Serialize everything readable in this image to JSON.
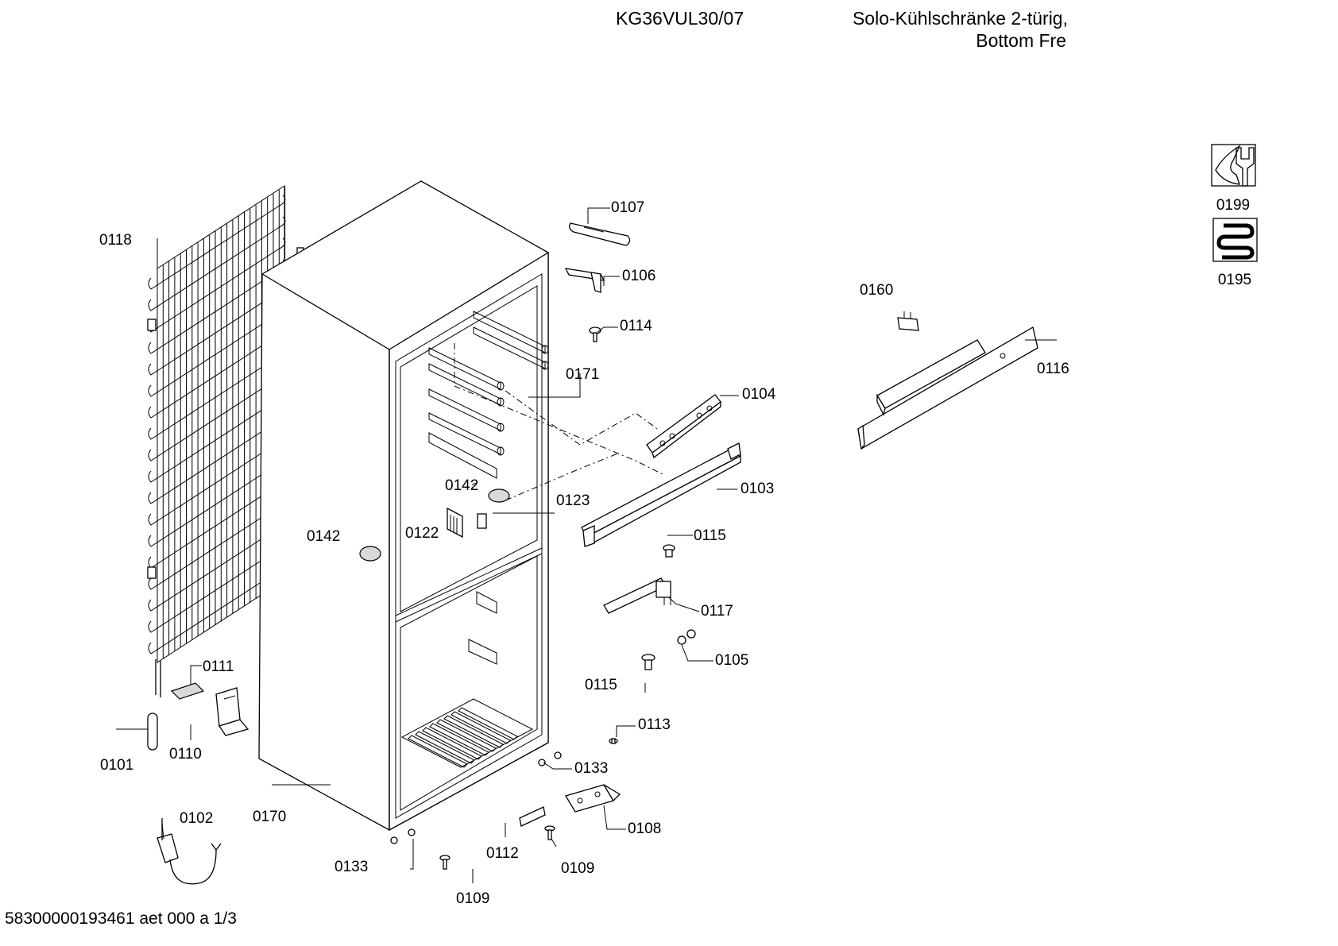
{
  "header": {
    "model": "KG36VUL30/07",
    "title_line1": "Solo-Kühlschränke 2-türig,",
    "title_line2": "Bottom Fre"
  },
  "footer": {
    "doc_id": "58300000193461 aet 000 a 1/3"
  },
  "icons": [
    {
      "name": "service-tool-icon",
      "label": "0199"
    },
    {
      "name": "condenser-coil-icon",
      "label": "0195"
    }
  ],
  "parts": {
    "p0101": "0101",
    "p0102": "0102",
    "p0103": "0103",
    "p0104": "0104",
    "p0105": "0105",
    "p0106": "0106",
    "p0107": "0107",
    "p0108": "0108",
    "p0109a": "0109",
    "p0109b": "0109",
    "p0110": "0110",
    "p0111": "0111",
    "p0112": "0112",
    "p0113": "0113",
    "p0114": "0114",
    "p0115a": "0115",
    "p0115b": "0115",
    "p0116": "0116",
    "p0117": "0117",
    "p0118": "0118",
    "p0122": "0122",
    "p0123": "0123",
    "p0133a": "0133",
    "p0133b": "0133",
    "p0142a": "0142",
    "p0142b": "0142",
    "p0160": "0160",
    "p0170": "0170",
    "p0171": "0171"
  }
}
